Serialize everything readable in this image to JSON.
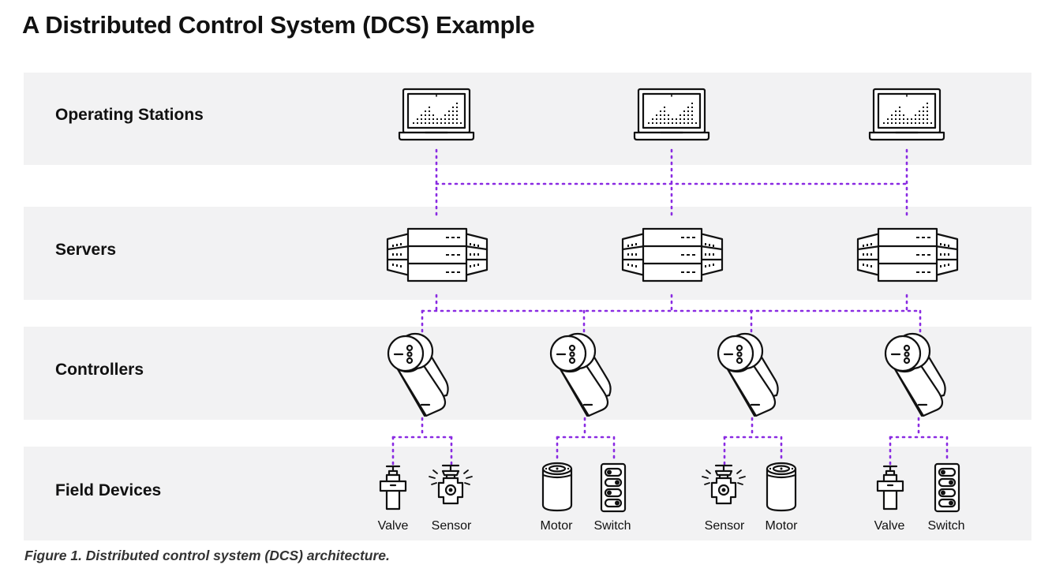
{
  "title": "A Distributed Control System (DCS) Example",
  "tiers": {
    "operating_stations": "Operating Stations",
    "servers": "Servers",
    "controllers": "Controllers",
    "field_devices": "Field Devices"
  },
  "field_devices": [
    {
      "label": "Valve",
      "icon": "valve-icon"
    },
    {
      "label": "Sensor",
      "icon": "sensor-icon"
    },
    {
      "label": "Motor",
      "icon": "motor-icon"
    },
    {
      "label": "Switch",
      "icon": "switch-icon"
    },
    {
      "label": "Sensor",
      "icon": "sensor-icon"
    },
    {
      "label": "Motor",
      "icon": "motor-icon"
    },
    {
      "label": "Valve",
      "icon": "valve-icon"
    },
    {
      "label": "Switch",
      "icon": "switch-icon"
    }
  ],
  "colors": {
    "connector": "#8a2be2",
    "band": "#f2f2f3",
    "icon_stroke": "#111111"
  },
  "caption": "Figure 1. Distributed control system (DCS) architecture."
}
